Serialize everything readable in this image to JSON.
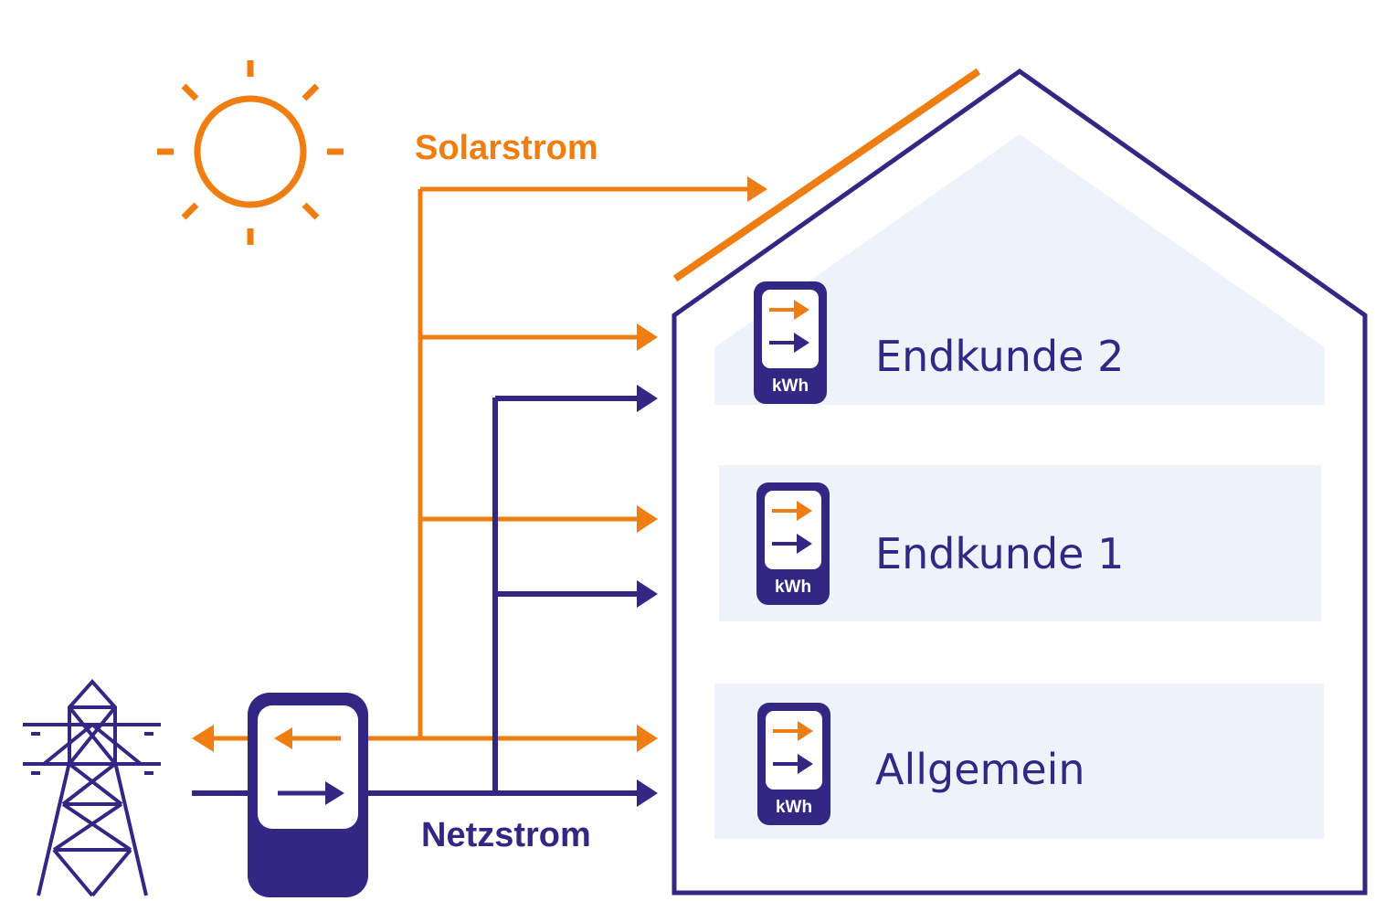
{
  "labels": {
    "solar": "Solarstrom",
    "netz": "Netzstrom"
  },
  "floors": [
    {
      "name": "Endkunde 2",
      "meter_unit": "kWh"
    },
    {
      "name": "Endkunde 1",
      "meter_unit": "kWh"
    },
    {
      "name": "Allgemein",
      "meter_unit": "kWh"
    }
  ],
  "icons": {
    "sun": "sun-icon",
    "pylon": "power-pylon-icon",
    "bidirectional_meter": "bidirectional-meter-icon",
    "house": "house-outline-icon",
    "solar_panel": "solar-panel-icon",
    "floor_meter": "kwh-meter-icon"
  },
  "colors": {
    "solar": "#EE7D12",
    "netz": "#322783",
    "floor_fill": "#EEF3FB",
    "white": "#FFFFFF"
  }
}
